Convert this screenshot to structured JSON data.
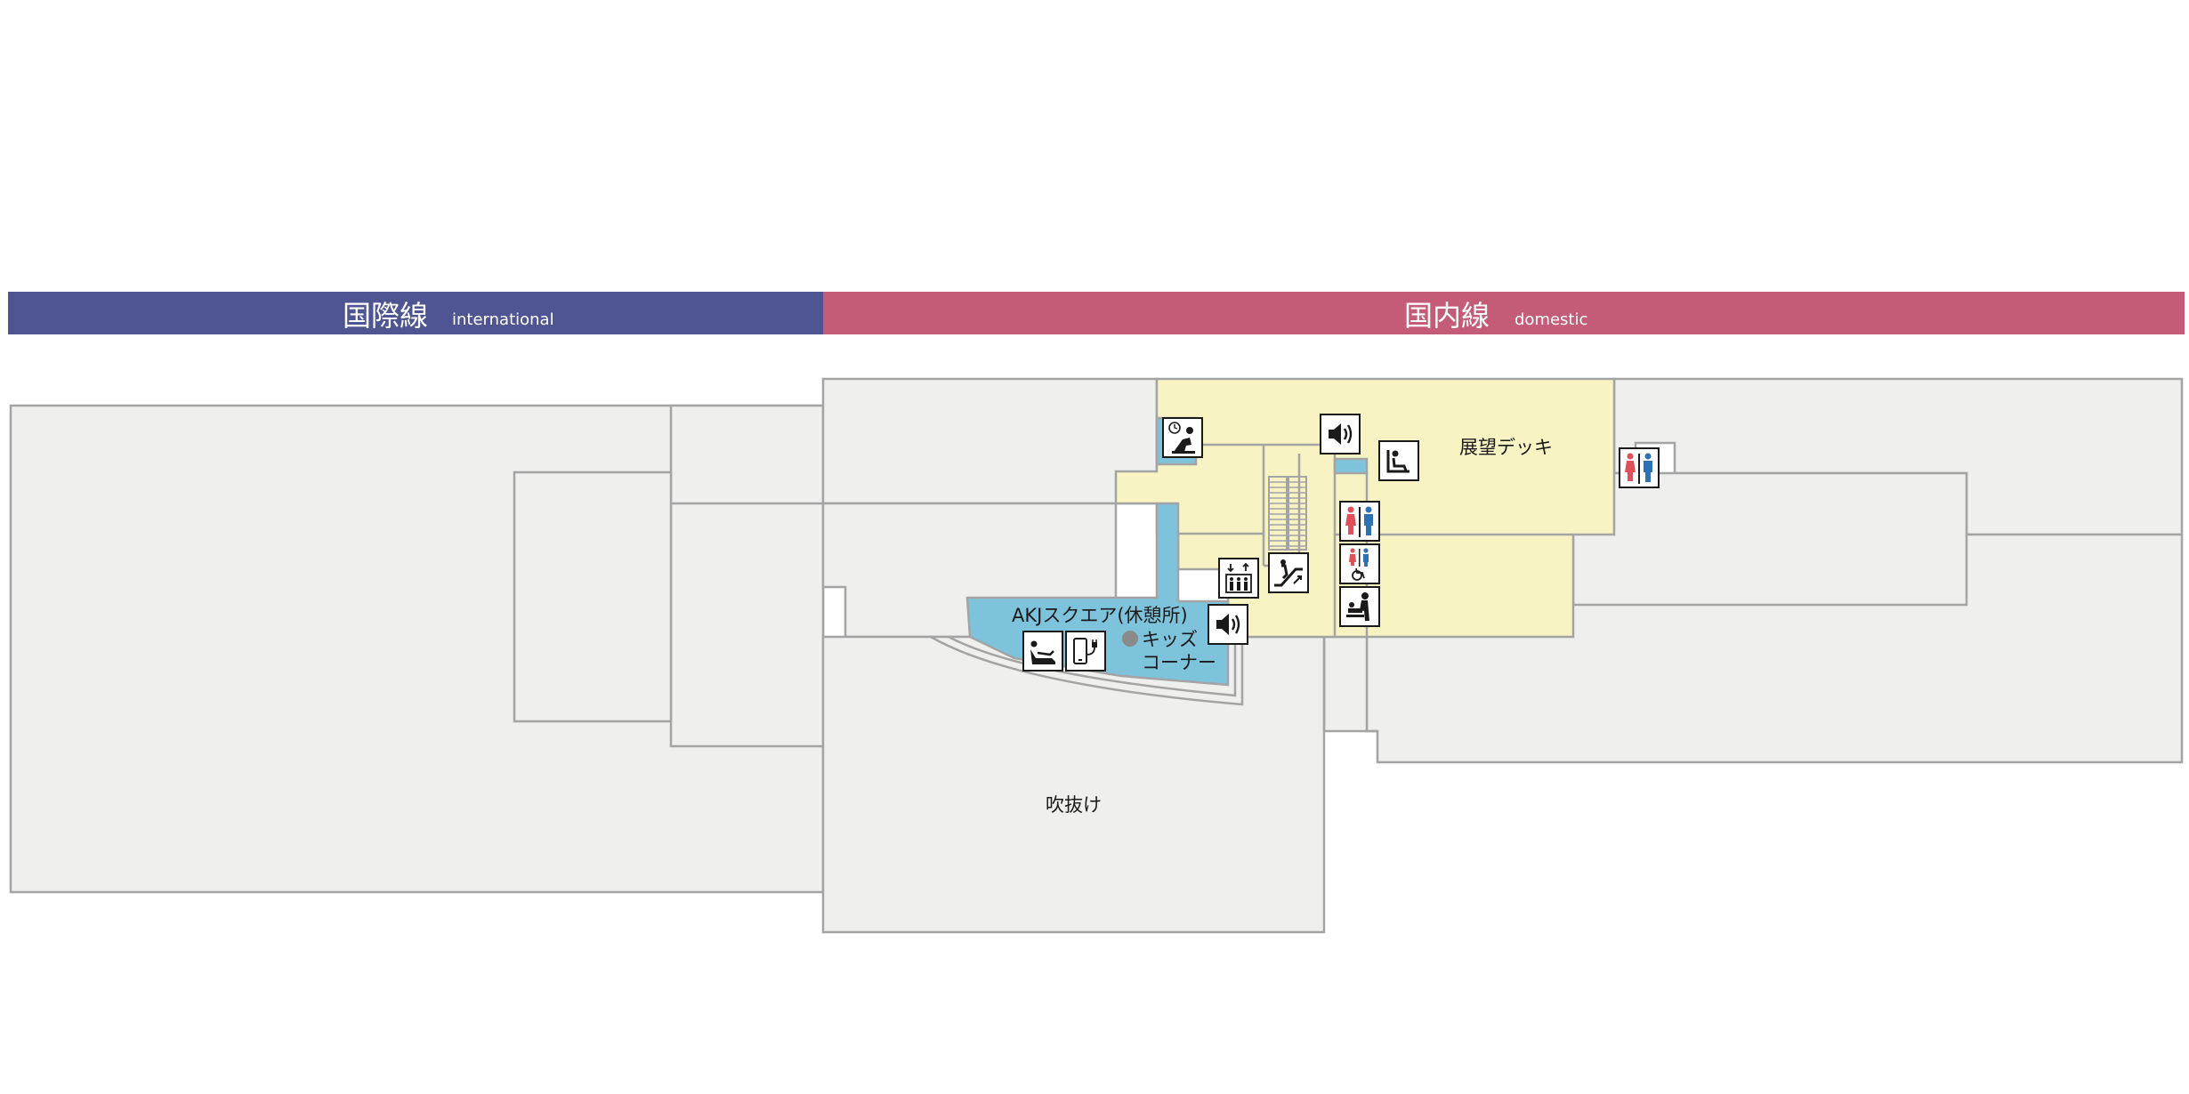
{
  "header": {
    "international": {
      "label_ja": "国際線",
      "label_en": "international",
      "color": "#4f5592"
    },
    "domestic": {
      "label_ja": "国内線",
      "label_en": "domestic",
      "color": "#c45c77"
    }
  },
  "colors": {
    "area": "#efefee",
    "border": "#a4a4a4",
    "observation": "#f7f3c2",
    "lounge": "#7ec3dc"
  },
  "labels": {
    "observation_deck": "展望デッキ",
    "akj_square": "AKJスクエア(休憩所)",
    "kids_line1": "キッズ",
    "kids_line2": "コーナー",
    "atrium": "吹抜け"
  },
  "icons": [
    "clock-seat-icon",
    "speaker-icon",
    "massage-chair-icon",
    "restroom-icon",
    "elevator-icon",
    "escalator-icon",
    "multipurpose-restroom-icon",
    "baby-care-icon",
    "recliner-icon",
    "charging-icon"
  ]
}
